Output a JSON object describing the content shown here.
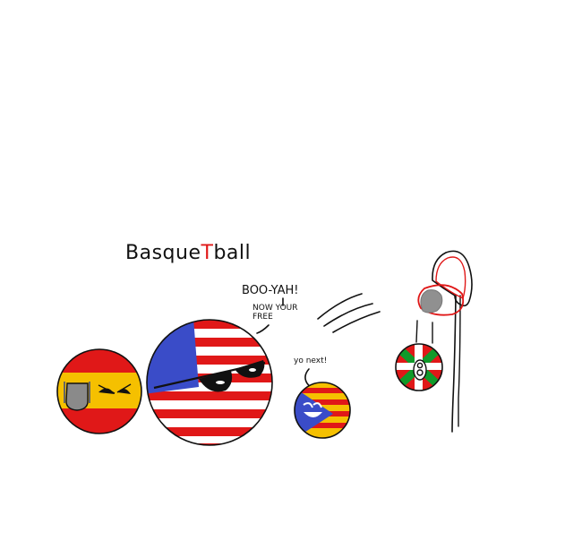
{
  "title": {
    "part1": "Basque",
    "accent": "T",
    "part2": "ball"
  },
  "speech": {
    "usa_line1": "BOO-YAH!",
    "usa_line2": "NOW YOUR",
    "usa_line3": "FREE",
    "catalonia": "yo next!"
  },
  "colors": {
    "spain_red": "#e01818",
    "spain_yellow": "#f5c000",
    "usa_red": "#e01818",
    "usa_blue": "#3a4cc8",
    "catalonia_yellow": "#f5c000",
    "catalonia_blue": "#3a4cc8",
    "basque_green": "#109a2a",
    "basque_red": "#e01818",
    "hoop_red": "#e01818"
  },
  "characters": [
    {
      "id": "spain",
      "accessory": "shield-icon",
      "expression": "angry"
    },
    {
      "id": "usa",
      "accessory": "sunglasses-icon",
      "expression": "cool"
    },
    {
      "id": "catalonia",
      "accessory": "star-icon",
      "expression": "happy"
    },
    {
      "id": "basque",
      "accessory": "none",
      "expression": "surprised"
    }
  ]
}
